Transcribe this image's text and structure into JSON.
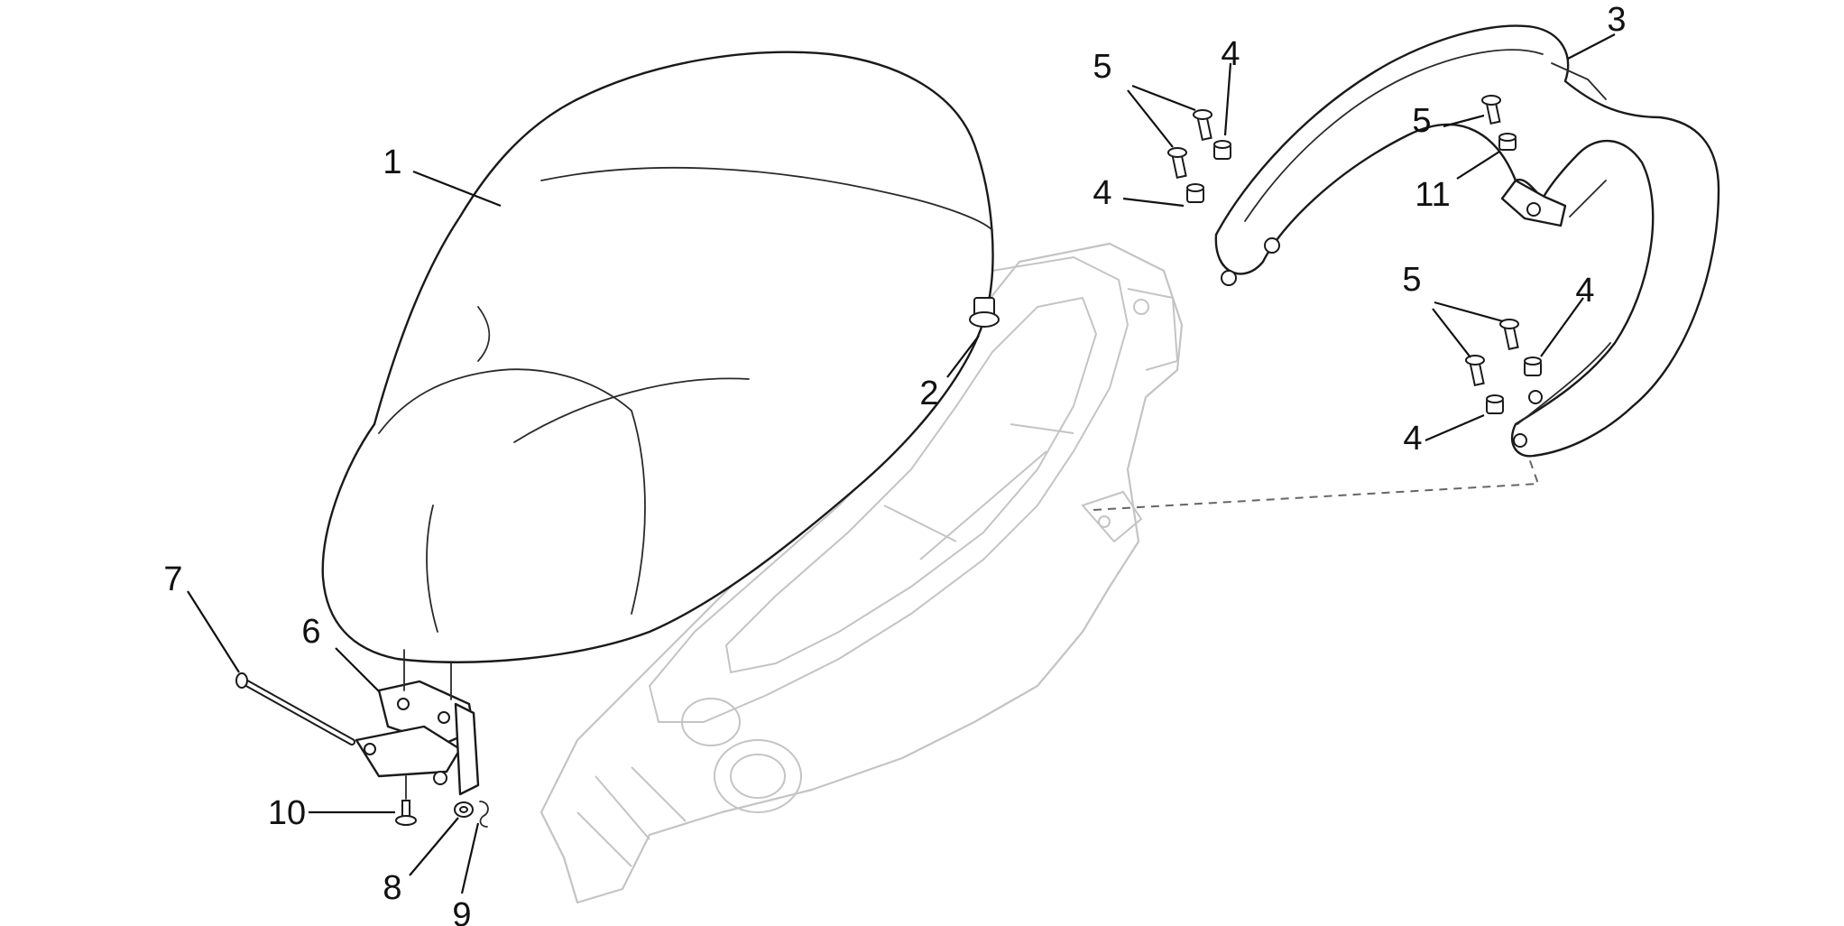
{
  "callouts": [
    {
      "id": "1",
      "label": "1"
    },
    {
      "id": "2",
      "label": "2"
    },
    {
      "id": "3",
      "label": "3"
    },
    {
      "id": "4a",
      "label": "4"
    },
    {
      "id": "4b",
      "label": "4"
    },
    {
      "id": "4c",
      "label": "4"
    },
    {
      "id": "4d",
      "label": "4"
    },
    {
      "id": "5a",
      "label": "5"
    },
    {
      "id": "5b",
      "label": "5"
    },
    {
      "id": "5c",
      "label": "5"
    },
    {
      "id": "6",
      "label": "6"
    },
    {
      "id": "7",
      "label": "7"
    },
    {
      "id": "8",
      "label": "8"
    },
    {
      "id": "9",
      "label": "9"
    },
    {
      "id": "10",
      "label": "10"
    },
    {
      "id": "11",
      "label": "11"
    }
  ],
  "colors": {
    "line": "#1a1a1a",
    "faint_line": "#c4c4c4",
    "background": "#ffffff"
  }
}
